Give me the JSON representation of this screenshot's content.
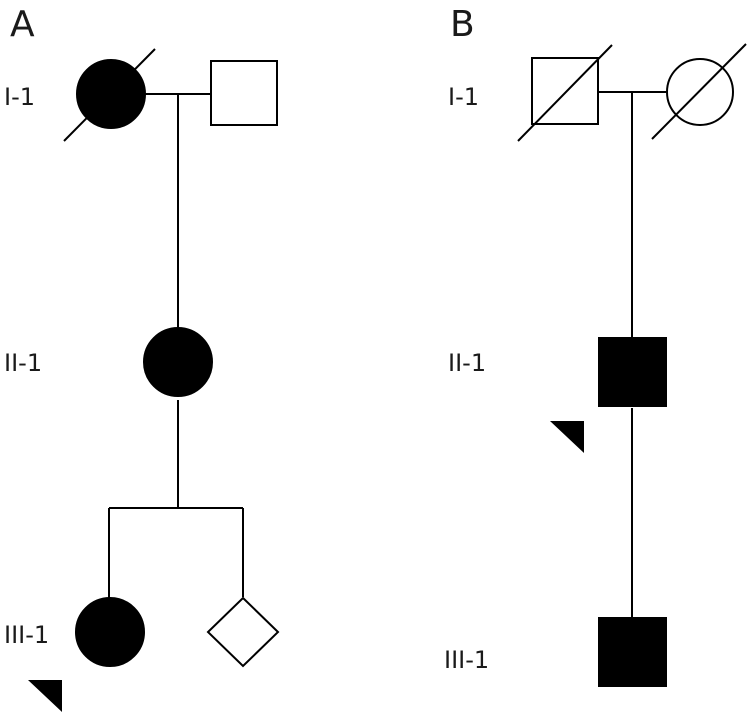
{
  "colors": {
    "affected": "#000000",
    "unaffected": "#ffffff",
    "line": "#000000"
  },
  "panels": [
    {
      "label": "A",
      "generation_labels": {
        "gen1": "I-1",
        "gen2": "II-1",
        "gen3": "III-1"
      },
      "individuals": [
        {
          "id": "I-1-female",
          "sex": "female",
          "affected": true,
          "deceased": true,
          "proband": false
        },
        {
          "id": "I-1-male",
          "sex": "male",
          "affected": false,
          "deceased": false,
          "proband": false
        },
        {
          "id": "II-1",
          "sex": "female",
          "affected": true,
          "deceased": false,
          "proband": false
        },
        {
          "id": "III-1",
          "sex": "female",
          "affected": true,
          "deceased": false,
          "proband": true
        },
        {
          "id": "III-sibling",
          "sex": "unknown",
          "affected": false,
          "deceased": false,
          "proband": false
        }
      ]
    },
    {
      "label": "B",
      "generation_labels": {
        "gen1": "I-1",
        "gen2": "II-1",
        "gen3": "III-1"
      },
      "individuals": [
        {
          "id": "I-1-male",
          "sex": "male",
          "affected": false,
          "deceased": true,
          "proband": false
        },
        {
          "id": "I-1-female",
          "sex": "female",
          "affected": false,
          "deceased": true,
          "proband": false
        },
        {
          "id": "II-1",
          "sex": "male",
          "affected": true,
          "deceased": false,
          "proband": true
        },
        {
          "id": "III-1",
          "sex": "male",
          "affected": true,
          "deceased": false,
          "proband": false
        }
      ]
    }
  ]
}
